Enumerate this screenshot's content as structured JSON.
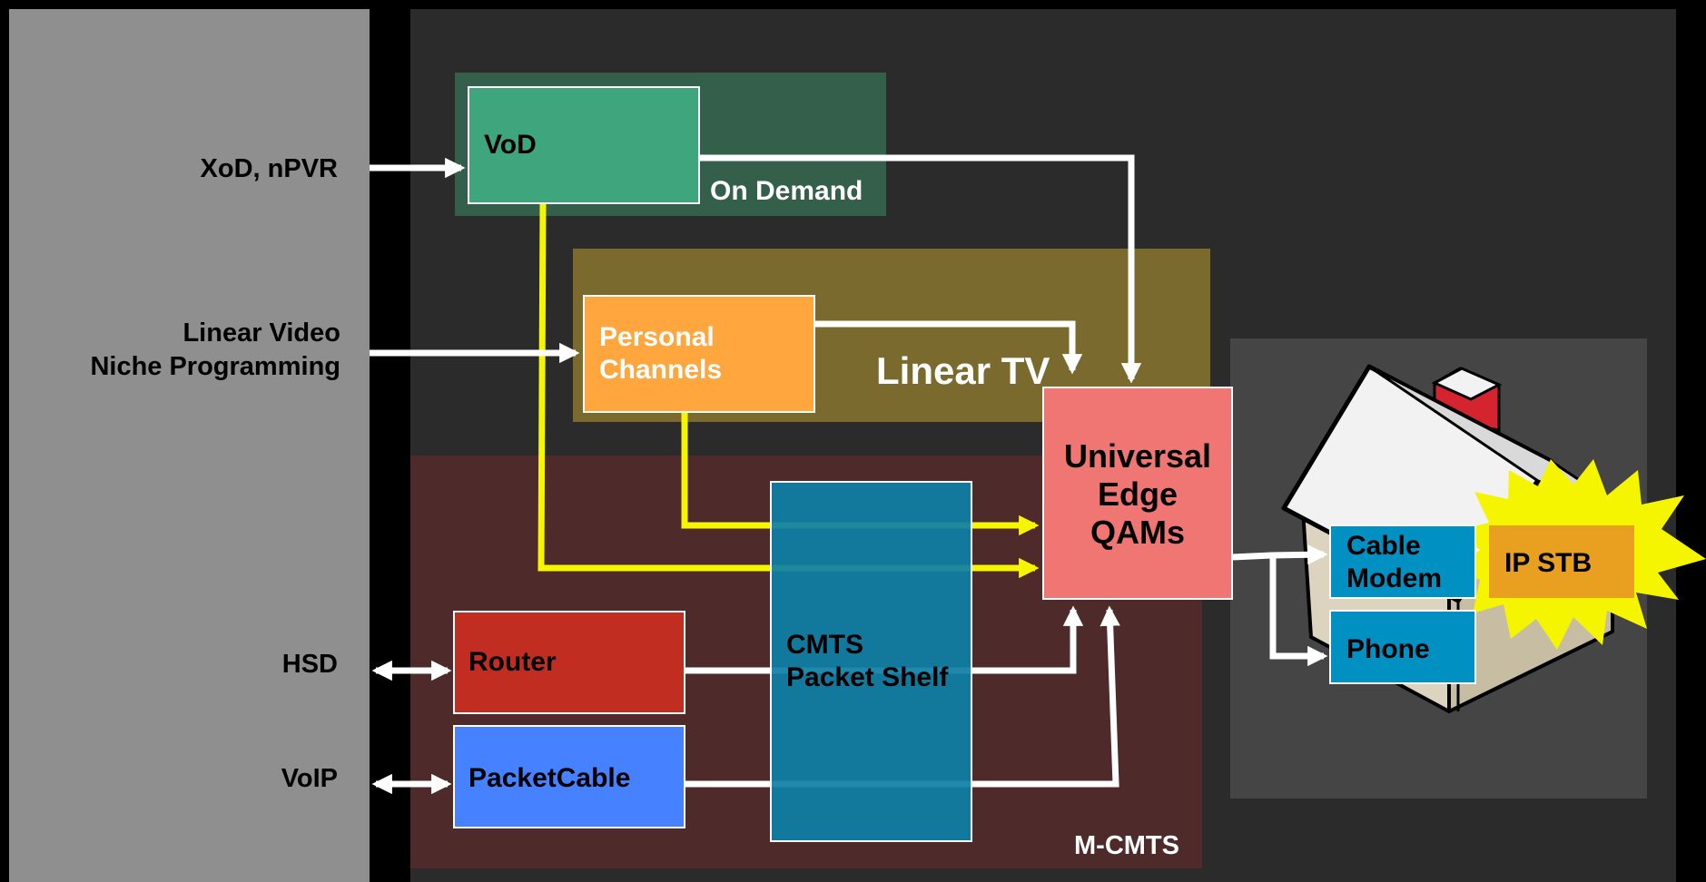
{
  "sources": {
    "xod": "XoD, nPVR",
    "linear_video": "Linear Video",
    "niche_programming": "Niche Programming",
    "hsd": "HSD",
    "voip": "VoIP"
  },
  "regions": {
    "on_demand": "On Demand",
    "linear_tv": "Linear TV",
    "mcmts": "M-CMTS"
  },
  "nodes": {
    "vod": "VoD",
    "personal_channels_1": "Personal",
    "personal_channels_2": "Channels",
    "router": "Router",
    "packetcable": "PacketCable",
    "cmts_1": "CMTS",
    "cmts_2": "Packet Shelf",
    "qam_1": "Universal",
    "qam_2": "Edge",
    "qam_3": "QAMs",
    "cable_modem_1": "Cable",
    "cable_modem_2": "Modem",
    "phone": "Phone",
    "ip_stb": "IP STB"
  },
  "colors": {
    "background": "#000000",
    "content_panel": "#2b2b2b",
    "source_panel": "#8f8f8f",
    "on_demand_region": "#345f4b",
    "linear_tv_region": "#7a6a2e",
    "mcmts_region": "#4e2a2a",
    "home_region": "#454545",
    "vod": "#3fa57c",
    "personal_channels": "#ffa73e",
    "router": "#c22d22",
    "packetcable": "#4682ff",
    "cmts": "#0e7fa6",
    "qam": "#ef7673",
    "cable_modem": "#0091c2",
    "ip_stb": "#e9a021",
    "starburst": "#f5f500",
    "video_flow": "#f5f500",
    "data_flow": "#ffffff"
  }
}
